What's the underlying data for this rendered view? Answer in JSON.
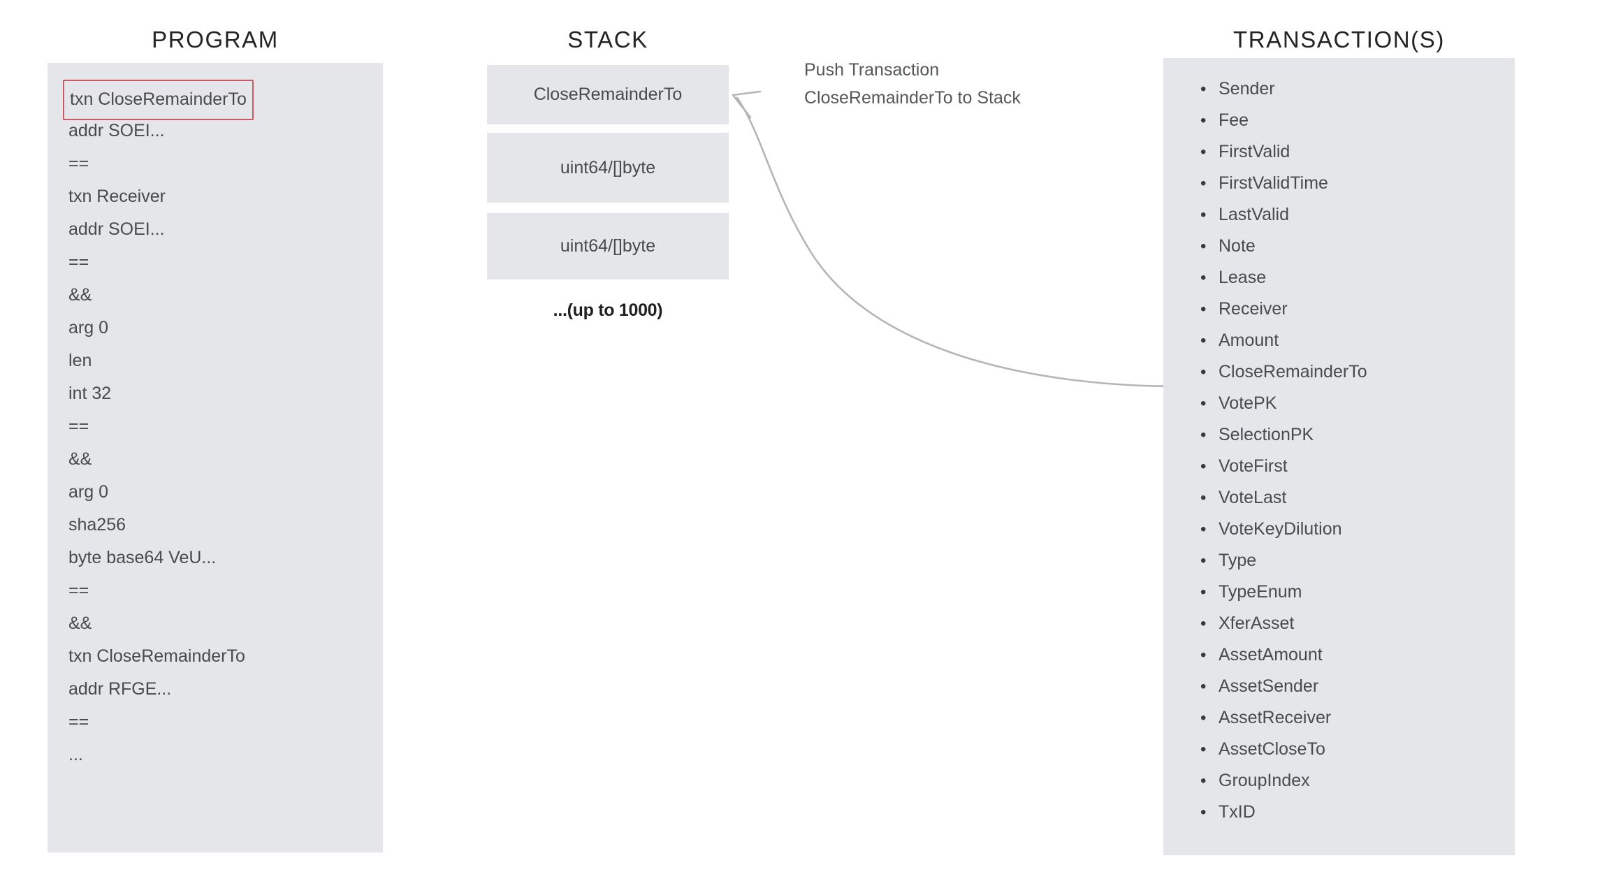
{
  "columns": {
    "program": {
      "title": "PROGRAM",
      "highlight_index": 0,
      "highlight_color": "#c75b62",
      "lines": [
        "txn CloseRemainderTo",
        "addr SOEI...",
        "==",
        "txn Receiver",
        "addr SOEI...",
        "==",
        "&&",
        "arg 0",
        "len",
        "int 32",
        "==",
        "&&",
        "arg 0",
        "sha256",
        "byte base64 VeU...",
        "==",
        "&&",
        "txn CloseRemainderTo",
        "addr RFGE...",
        "==",
        "..."
      ]
    },
    "stack": {
      "title": "STACK",
      "slots": [
        "CloseRemainderTo",
        "uint64/[]byte",
        "uint64/[]byte"
      ],
      "more_label": "...(up to 1000)"
    },
    "transactions": {
      "title": "TRANSACTION(S)",
      "fields": [
        "Sender",
        "Fee",
        "FirstValid",
        "FirstValidTime",
        "LastValid",
        "Note",
        "Lease",
        "Receiver",
        "Amount",
        "CloseRemainderTo",
        "VotePK",
        "SelectionPK",
        "VoteFirst",
        "VoteLast",
        "VoteKeyDilution",
        "Type",
        "TypeEnum",
        "XferAsset",
        "AssetAmount",
        "AssetSender",
        "AssetReceiver",
        "AssetCloseTo",
        "GroupIndex",
        "TxID"
      ]
    }
  },
  "annotation": {
    "line1": "Push Transaction",
    "line2": "CloseRemainderTo to Stack"
  },
  "colors": {
    "panel_fill": "#e4e6e9",
    "text": "#4a4a4a",
    "title": "#242424",
    "highlight_border": "#c75b62",
    "arrow": "#b0b0b0",
    "background": "#ffffff"
  }
}
